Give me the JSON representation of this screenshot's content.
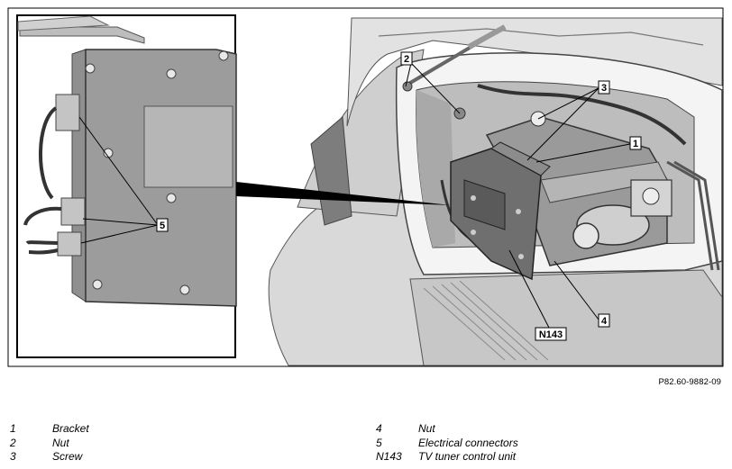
{
  "callouts": {
    "c1": "1",
    "c2": "2",
    "c3": "3",
    "c4": "4",
    "c5": "5",
    "cN143": "N143"
  },
  "figure_ref": "P82.60-9882-09",
  "legend": {
    "left": [
      {
        "num": "1",
        "text": "Bracket"
      },
      {
        "num": "2",
        "text": "Nut"
      },
      {
        "num": "3",
        "text": "Screw"
      }
    ],
    "right": [
      {
        "num": "4",
        "text": "Nut"
      },
      {
        "num": "5",
        "text": "Electrical connectors"
      },
      {
        "num": "N143",
        "text": "TV tuner control unit"
      }
    ]
  }
}
